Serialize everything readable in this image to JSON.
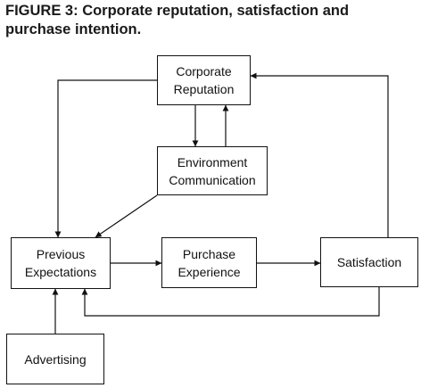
{
  "figure": {
    "label": "FIGURE 3:",
    "caption": "Corporate reputation, satisfaction and purchase intention."
  },
  "nodes": {
    "corporate_reputation": {
      "line1": "Corporate",
      "line2": "Reputation"
    },
    "environment_communication": {
      "line1": "Environment",
      "line2": "Communication"
    },
    "previous_expectations": {
      "line1": "Previous",
      "line2": "Expectations"
    },
    "purchase_experience": {
      "line1": "Purchase",
      "line2": "Experience"
    },
    "satisfaction": {
      "line1": "Satisfaction"
    },
    "advertising": {
      "line1": "Advertising"
    }
  },
  "edges": [
    {
      "from": "corporate_reputation",
      "to": "environment_communication"
    },
    {
      "from": "environment_communication",
      "to": "corporate_reputation"
    },
    {
      "from": "corporate_reputation",
      "to": "previous_expectations"
    },
    {
      "from": "environment_communication",
      "to": "previous_expectations"
    },
    {
      "from": "previous_expectations",
      "to": "purchase_experience"
    },
    {
      "from": "purchase_experience",
      "to": "satisfaction"
    },
    {
      "from": "satisfaction",
      "to": "corporate_reputation"
    },
    {
      "from": "satisfaction",
      "to": "previous_expectations"
    },
    {
      "from": "advertising",
      "to": "previous_expectations"
    }
  ],
  "colors": {
    "stroke": "#111111",
    "background": "#ffffff"
  }
}
